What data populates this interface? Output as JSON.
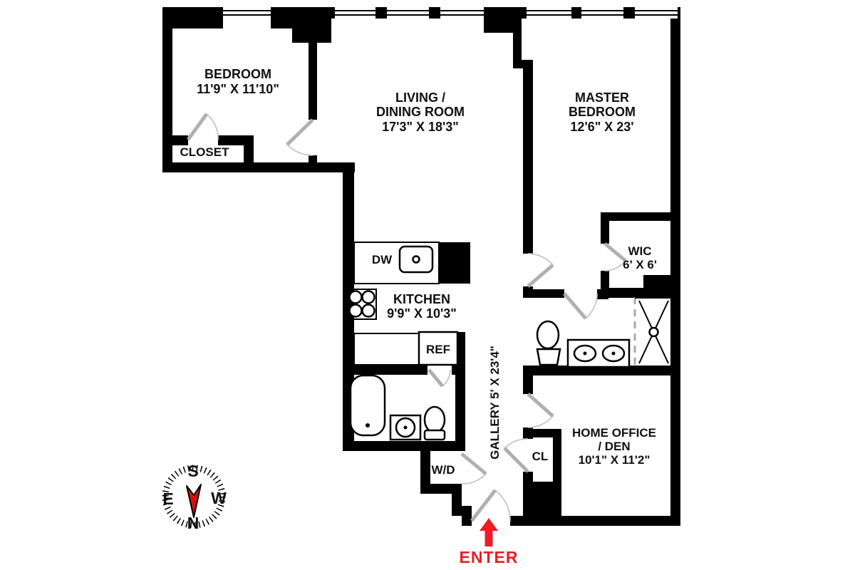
{
  "rooms": {
    "bedroom": {
      "name": "BEDROOM",
      "dims": "11'9\" X 11'10\""
    },
    "closet": {
      "name": "CLOSET"
    },
    "living": {
      "name1": "LIVING /",
      "name2": "DINING ROOM",
      "dims": "17'3\" X 18'3\""
    },
    "master": {
      "name1": "MASTER",
      "name2": "BEDROOM",
      "dims": "12'6\" X 23'"
    },
    "wic": {
      "name": "WIC",
      "dims": "6' X 6'"
    },
    "kitchen": {
      "name": "KITCHEN",
      "dims": "9'9\" X 10'3\""
    },
    "gallery": {
      "name": "GALLERY 5' X 23'4\""
    },
    "home_office": {
      "name1": "HOME OFFICE",
      "name2": "/ DEN",
      "dims": "10'1\" X 11'2\""
    },
    "cl": {
      "name": "CL"
    },
    "wd": {
      "name": "W/D"
    }
  },
  "appliances": {
    "dishwasher": "DW",
    "refrigerator": "REF"
  },
  "compass": {
    "north": "N",
    "south": "S",
    "east": "E",
    "west": "W"
  },
  "entry": {
    "label": "ENTER"
  },
  "colors": {
    "accent_red": "#ec1c24",
    "wall": "#000000"
  }
}
